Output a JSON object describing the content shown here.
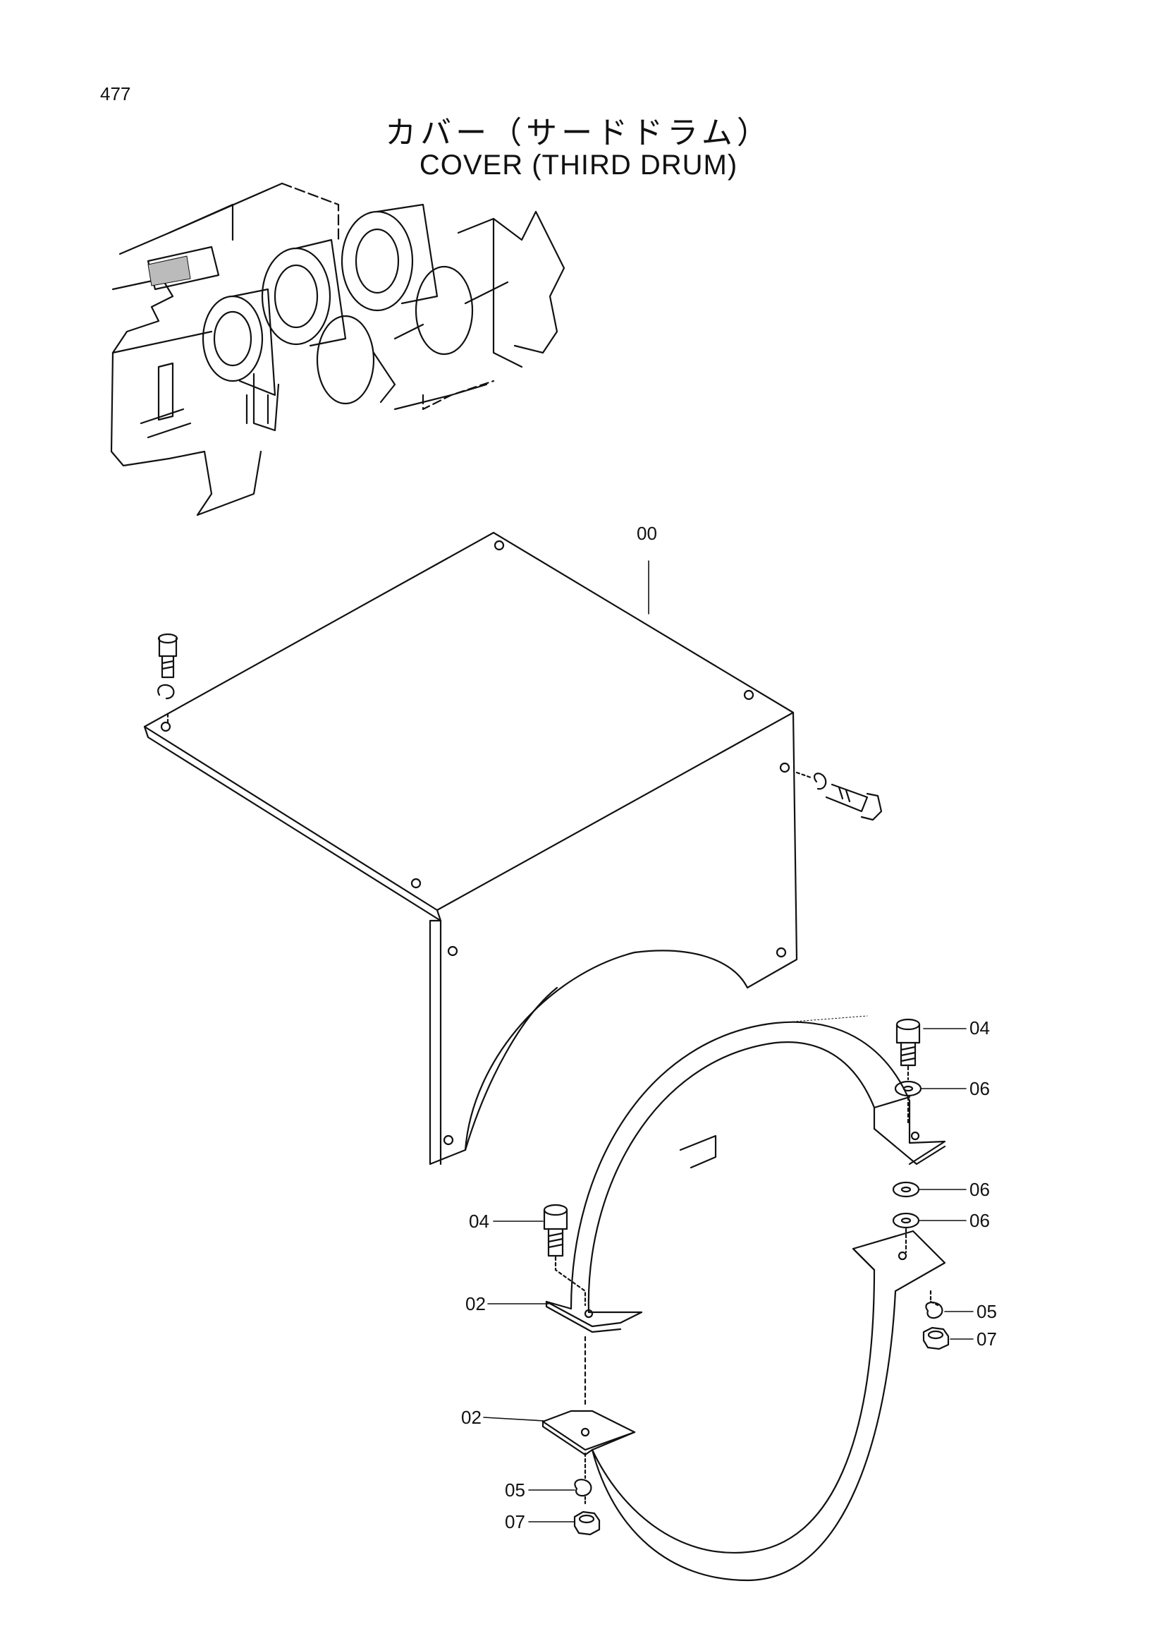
{
  "page_number": "477",
  "title_jp": "カバー（サードドラム）",
  "title_en": "COVER (THIRD DRUM)",
  "callouts": {
    "c00": "00",
    "c04_right": "04",
    "c06_a": "06",
    "c06_b": "06",
    "c06_c": "06",
    "c04_left": "04",
    "c02_upper": "02",
    "c05_right": "05",
    "c07_right": "07",
    "c02_lower": "02",
    "c05_left": "05",
    "c07_left": "07"
  }
}
